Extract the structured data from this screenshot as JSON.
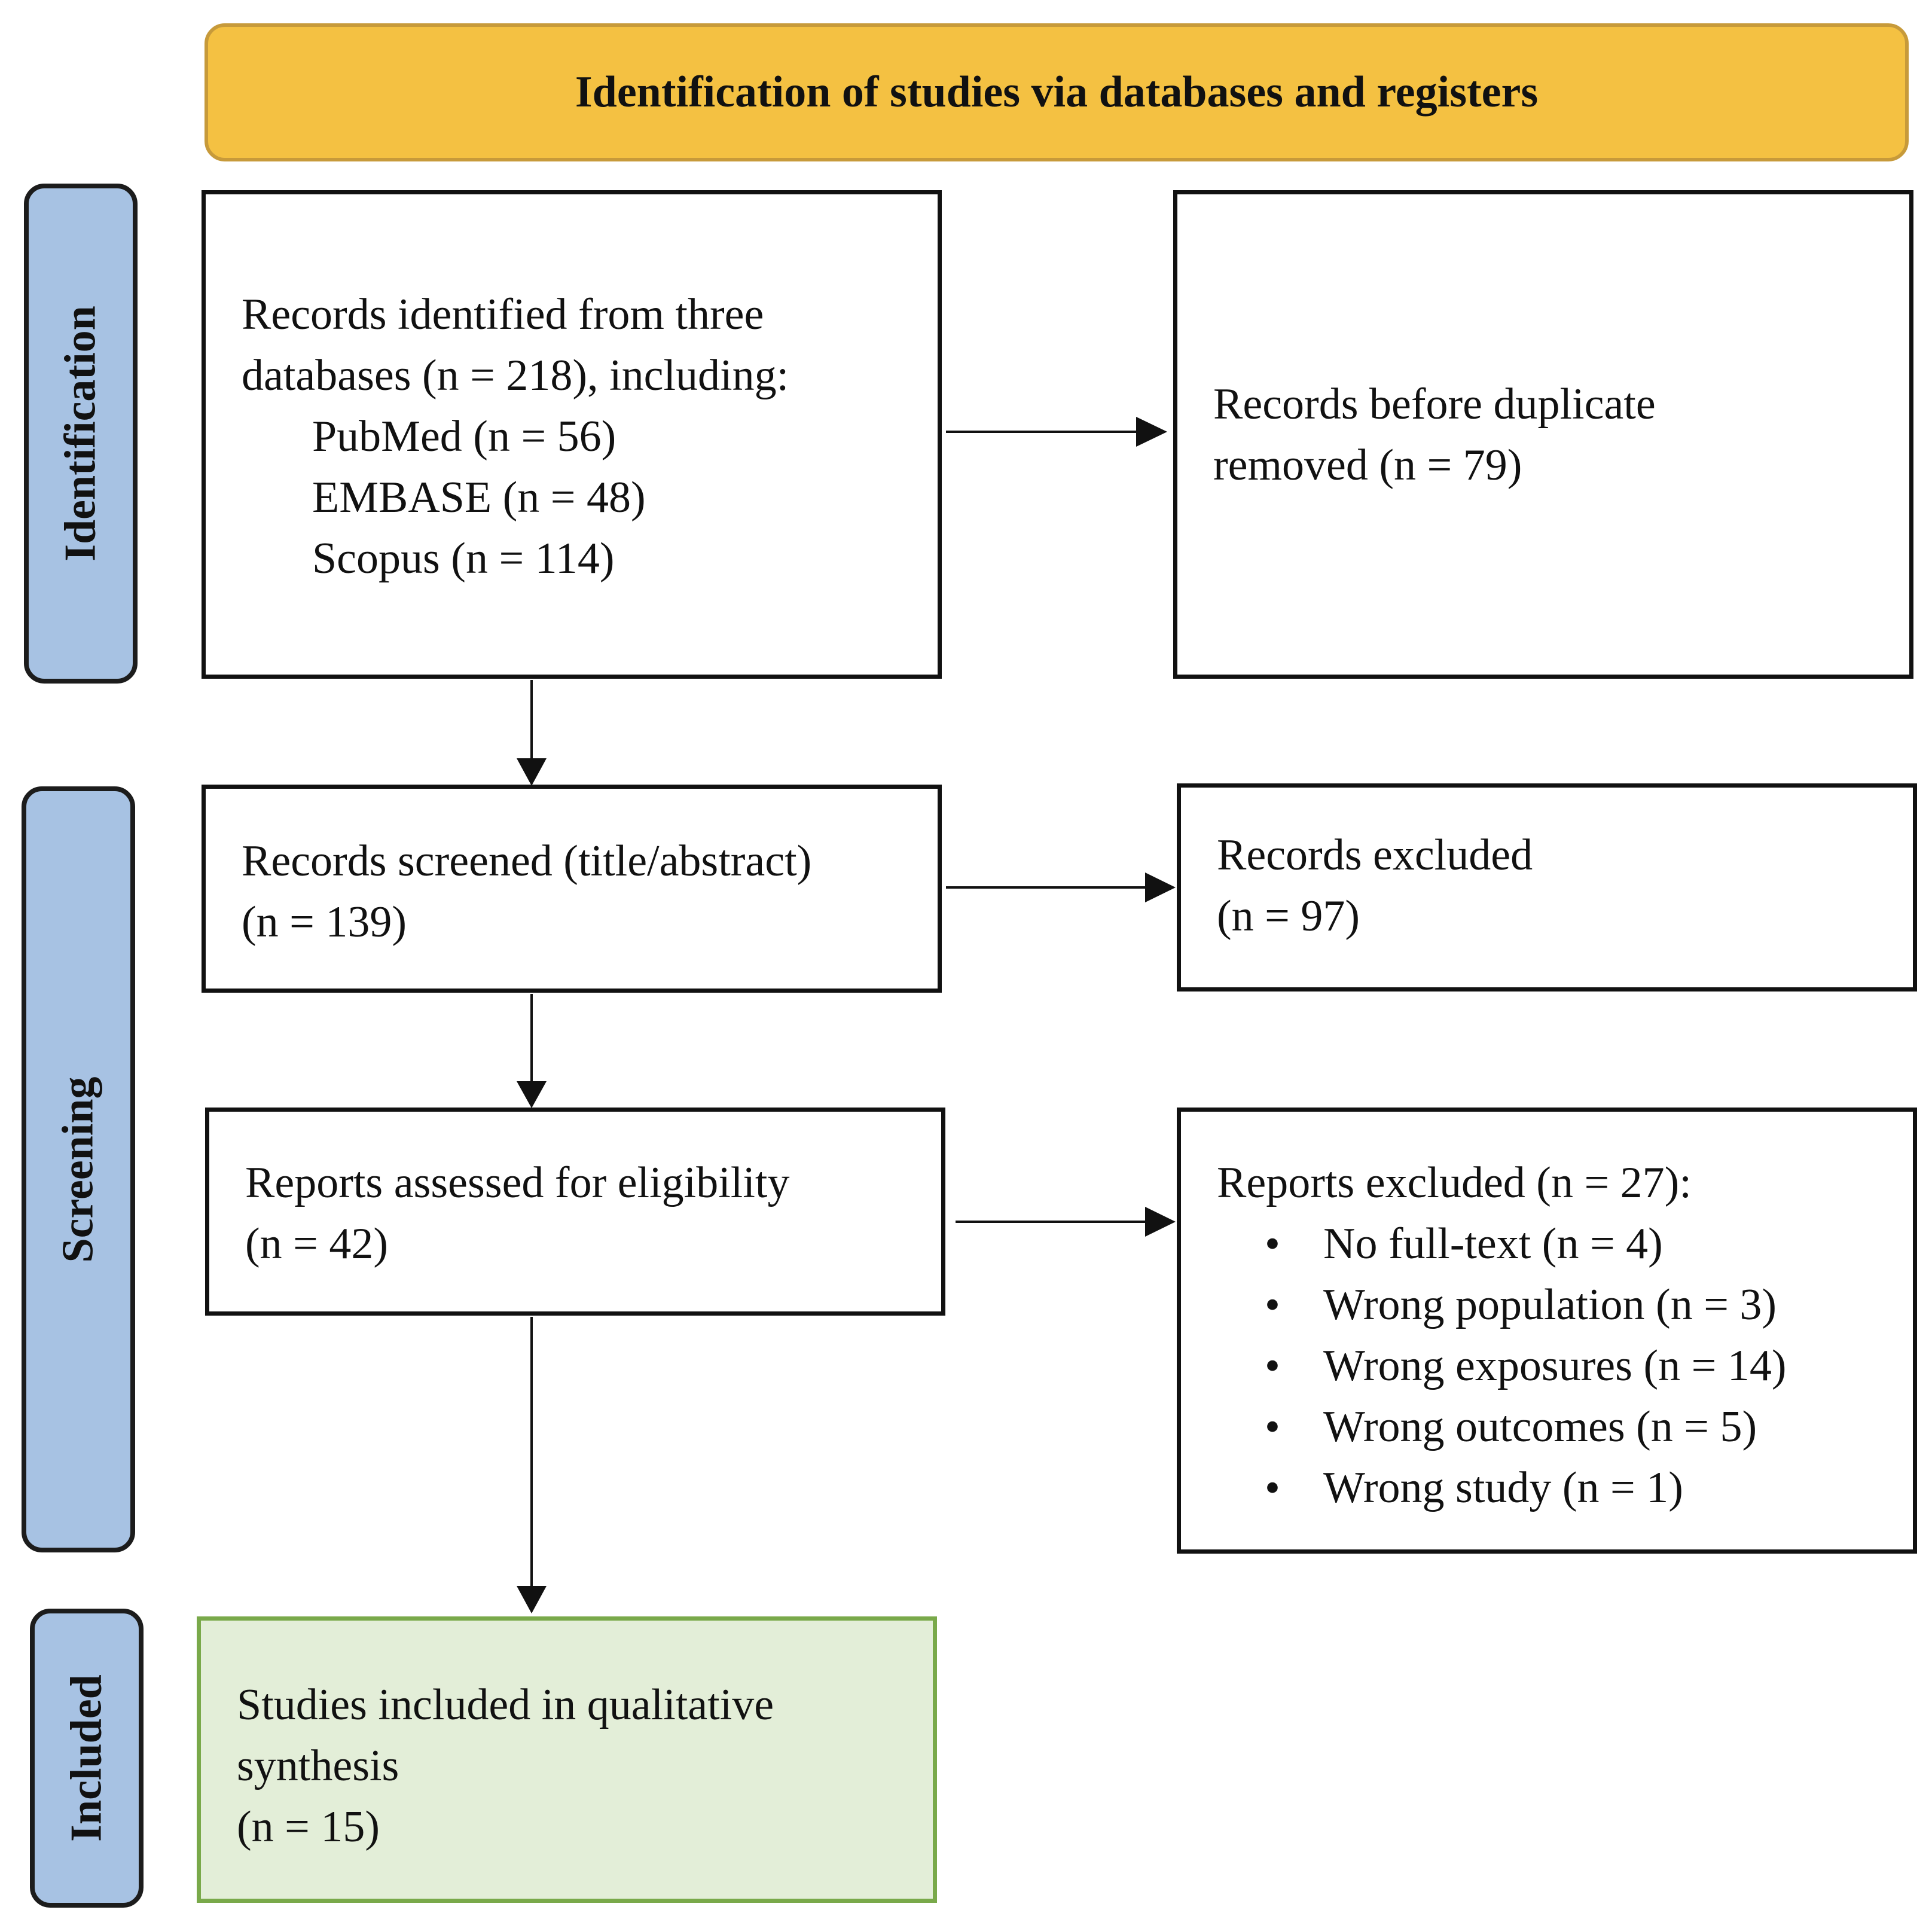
{
  "header": {
    "title": "Identification of studies via databases and registers"
  },
  "phases": {
    "identification": "Identification",
    "screening": "Screening",
    "included": "Included"
  },
  "identified": {
    "line1": "Records identified from three",
    "line2": "databases (n = 218), including:",
    "sources": [
      {
        "label": "PubMed (n = 56)"
      },
      {
        "label": "EMBASE (n = 48)"
      },
      {
        "label": "Scopus (n = 114)"
      }
    ]
  },
  "duplicates": {
    "line1": "Records before duplicate",
    "line2": "removed (n = 79)"
  },
  "screened": {
    "line1": "Records screened (title/abstract)",
    "line2": "(n = 139)"
  },
  "records_excluded": {
    "line1": "Records excluded",
    "line2": "(n = 97)"
  },
  "assessed": {
    "line1": "Reports assessed for eligibility",
    "line2": "(n = 42)"
  },
  "reports_excluded": {
    "title": "Reports excluded (n = 27):",
    "bullet": "•",
    "reasons": [
      {
        "label": "No full-text (n = 4)"
      },
      {
        "label": "Wrong population (n = 3)"
      },
      {
        "label": "Wrong exposures (n = 14)"
      },
      {
        "label": "Wrong outcomes (n = 5)"
      },
      {
        "label": "Wrong study (n = 1)"
      }
    ]
  },
  "included": {
    "line1": "Studies included in qualitative",
    "line2": "synthesis",
    "line3": "(n = 15)"
  },
  "colors": {
    "header_fill": "#f4c142",
    "phase_fill": "#a7c2e3",
    "included_fill": "#e3eed8",
    "included_border": "#79a94a"
  }
}
